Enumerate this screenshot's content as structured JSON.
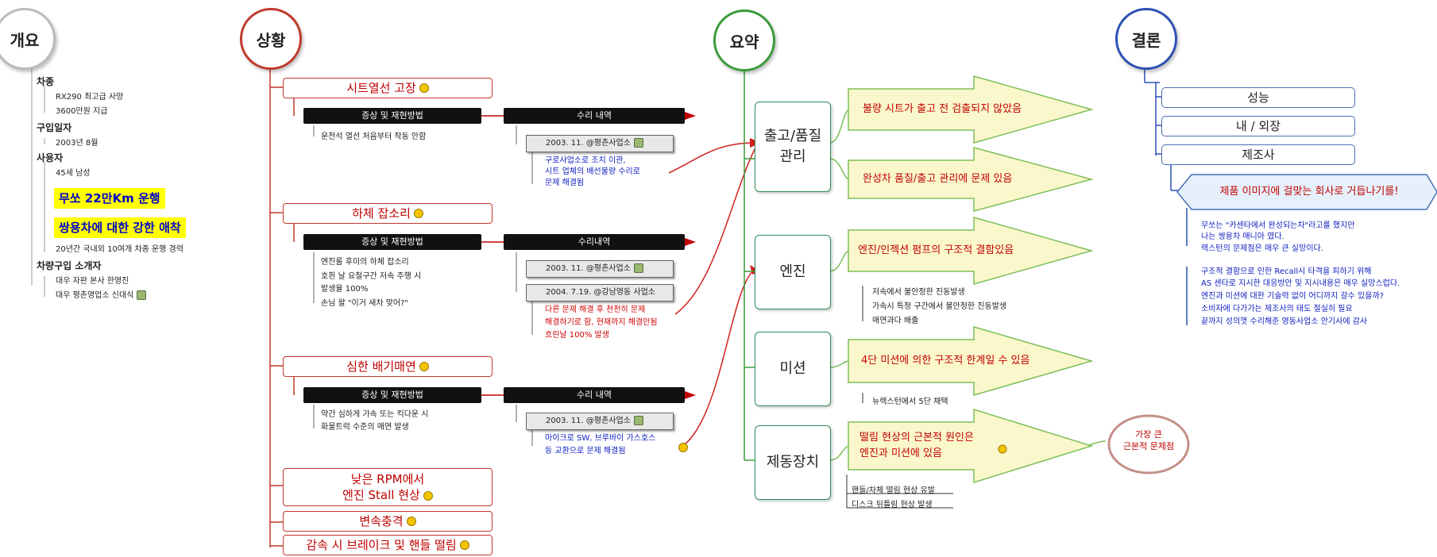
{
  "overview": {
    "title": "개요",
    "car": {
      "label": "차종",
      "items": [
        "RX290 최고급 사양",
        "3600만원 지급"
      ]
    },
    "purchase": {
      "label": "구입일자",
      "items": [
        "2003년 8월"
      ]
    },
    "user": {
      "label": "사용자",
      "items": [
        "45세 남성",
        "무쏘 22만Km 운행",
        "쌍용차에 대한 강한 애착",
        "20년간 국내외 10여개 차종 운행 경력"
      ]
    },
    "dealer": {
      "label": "차량구입 소개자",
      "items": [
        "대우 자판 본사 한영진",
        "대우 평촌영업소 신대식"
      ]
    }
  },
  "situation": {
    "title": "상황",
    "issues": [
      {
        "title": "시트열선 고장",
        "symptom_header": "증상 및 재현방법",
        "symptoms": [
          "운전석 열선 처음부터 작동 안함"
        ],
        "repair_header": "수리 내역",
        "shops": [
          "2003. 11. @평촌사업소"
        ],
        "notes": [
          "구로사업소로 조치 이관,",
          "시트 업체의 배선불량 수리로",
          "문제 해결됨"
        ]
      },
      {
        "title": "하체 잡소리",
        "symptom_header": "증상 및 재현방법",
        "symptoms": [
          "엔진룸 후미의 하체 잡소리",
          "호흰 날 요철구간 저속 주행 시",
          "발생율 100%",
          "손님 왈 \"이거 새차 맞어?\""
        ],
        "repair_header": "수리내역",
        "shops": [
          "2003. 11. @평촌사업소",
          "2004. 7.19. @강남영동 사업소"
        ],
        "notes": [
          "다른 문제 해결 후 천천히 문제",
          "해결하기로 함, 현재까지 해결안됨",
          "흐린날 100% 발생"
        ]
      },
      {
        "title": "심한 배기매연",
        "symptom_header": "증상 및 재현방법",
        "symptoms": [
          "약간 심하게 가속 또는 킥다운 시",
          "화물트럭 수준의 매연 발생"
        ],
        "repair_header": "수리 내역",
        "shops": [
          "2003. 11. @평촌사업소"
        ],
        "notes": [
          "마이크로 SW, 브루바이 가스호스",
          "등 교환으로 문제 해결됨"
        ]
      }
    ],
    "more": [
      "낮은 RPM에서",
      "엔진 Stall 현상",
      "변속충격",
      "감속 시 브레이크 및 핸들 떨림"
    ]
  },
  "summary": {
    "title": "요약",
    "nodes": [
      {
        "label": [
          "출고/품질",
          "관리"
        ],
        "arrows": [
          "불량 시트가 출고 전 검출되지 않았음",
          "완성차 품질/출고 관리에 문제 있음"
        ],
        "subs": []
      },
      {
        "label": [
          "엔진"
        ],
        "arrows": [
          "엔진/인젝션 펌프의 구조적 결함있음"
        ],
        "subs": [
          "저속에서 불안정한 진동발생",
          "가속시 특정 구간에서 불안정한 진동발생",
          "매연과다 배출"
        ]
      },
      {
        "label": [
          "미션"
        ],
        "arrows": [
          "4단 미션에 의한 구조적 한계일 수 있음"
        ],
        "subs": [
          "뉴렉스턴에서 5단 채택"
        ]
      },
      {
        "label": [
          "제동장치"
        ],
        "arrows": [
          "떨림 현상의 근본적 원인은",
          "엔진과 미션에 있음"
        ],
        "subs": [
          "핸들/차체 떨림 현상 유발",
          "디스크 뒤틀림 현상 발생"
        ]
      }
    ],
    "callout": [
      "가장 큰",
      "근본적 문제점"
    ]
  },
  "conclusion": {
    "title": "결론",
    "items": [
      "성능",
      "내 / 외장",
      "제조사"
    ],
    "banner": "제품 이미지에 걸맞는 회사로 거듭나기를!",
    "para1": [
      "무쏘는 \"카센타에서 완성되는차\"라고를 했지만",
      "나는 쌍용차 매니아 였다.",
      "렉스턴의 문제점은 매우 큰 실망이다."
    ],
    "para2": [
      "구조적 결함으로 인한 Recall시 타격을 피하기 위해",
      "AS 센타로 지시한 대응방안 및 지시내용은 매우 실망스럽다.",
      "엔진과 미션에 대한 기술력 없이 어디까지 갈수 있을까?",
      "소비자에 다가가는 제조사의 태도 절실히 필요",
      "끝까지 성의껏 수리해준 영동사업소 안기사에 감사"
    ]
  },
  "colors": {
    "situation": "#c0392b",
    "summary": "#3a9a3a",
    "conclusion": "#2b50b5",
    "arrow_fill": "#fbf7cc",
    "arrow_stroke": "#7cbf5a"
  }
}
